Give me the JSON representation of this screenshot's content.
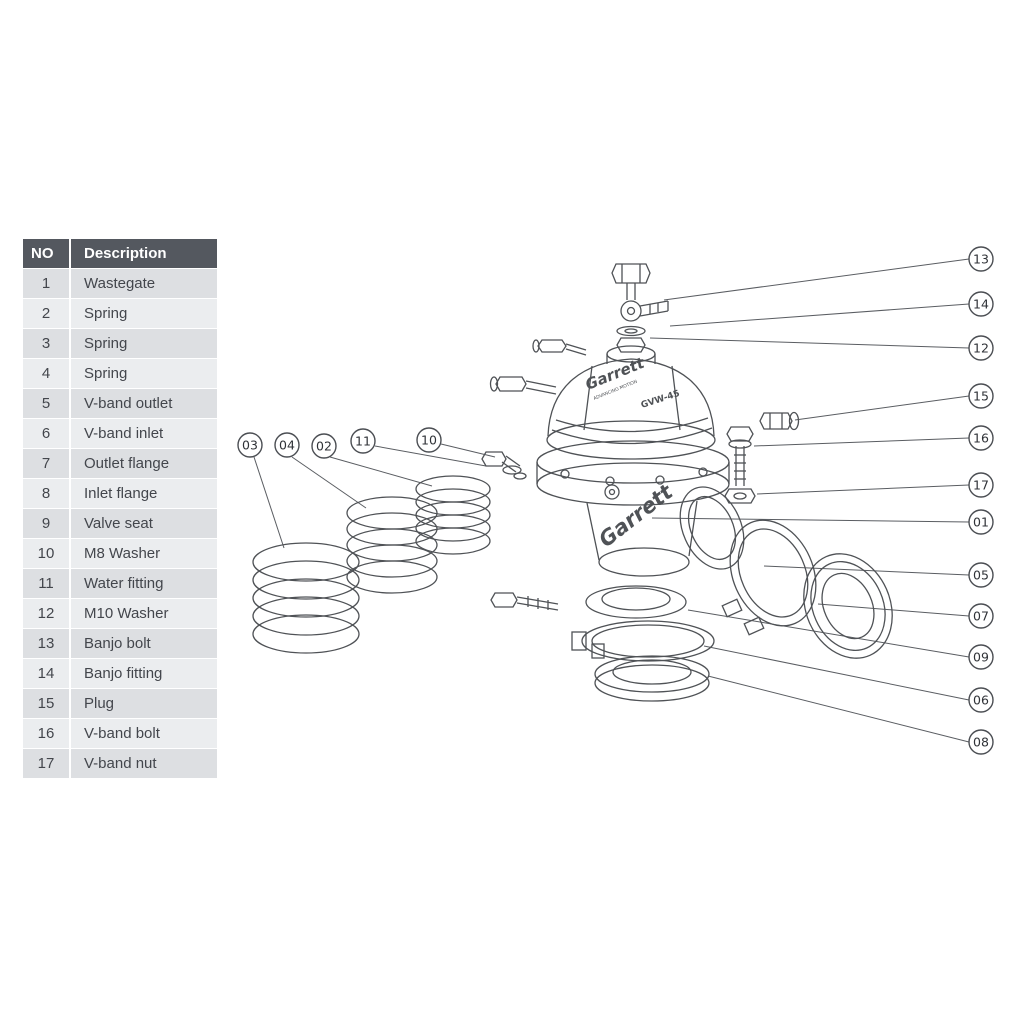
{
  "table": {
    "headers": {
      "no": "NO",
      "description": "Description"
    },
    "rows": [
      {
        "no": "1",
        "description": "Wastegate"
      },
      {
        "no": "2",
        "description": "Spring"
      },
      {
        "no": "3",
        "description": "Spring"
      },
      {
        "no": "4",
        "description": "Spring"
      },
      {
        "no": "5",
        "description": "V-band outlet"
      },
      {
        "no": "6",
        "description": "V-band inlet"
      },
      {
        "no": "7",
        "description": "Outlet flange"
      },
      {
        "no": "8",
        "description": "Inlet flange"
      },
      {
        "no": "9",
        "description": "Valve seat"
      },
      {
        "no": "10",
        "description": "M8 Washer"
      },
      {
        "no": "11",
        "description": "Water fitting"
      },
      {
        "no": "12",
        "description": "M10 Washer"
      },
      {
        "no": "13",
        "description": "Banjo bolt"
      },
      {
        "no": "14",
        "description": "Banjo fitting"
      },
      {
        "no": "15",
        "description": "Plug"
      },
      {
        "no": "16",
        "description": "V-band bolt"
      },
      {
        "no": "17",
        "description": "V-band nut"
      }
    ],
    "colors": {
      "header_bg": "#54585f",
      "row_dark": "#dddfe2",
      "row_light": "#ebedef",
      "text": "#43464c"
    }
  },
  "diagram": {
    "cap_brand": "Garrett",
    "cap_tagline": "ADVANCING MOTION",
    "cap_model": "GVW-45",
    "body_brand": "Garrett"
  },
  "callouts": {
    "right": [
      {
        "label": "13"
      },
      {
        "label": "14"
      },
      {
        "label": "12"
      },
      {
        "label": "15"
      },
      {
        "label": "16"
      },
      {
        "label": "17"
      },
      {
        "label": "01"
      },
      {
        "label": "05"
      },
      {
        "label": "07"
      },
      {
        "label": "09"
      },
      {
        "label": "06"
      },
      {
        "label": "08"
      }
    ],
    "inline": [
      {
        "label": "03"
      },
      {
        "label": "04"
      },
      {
        "label": "02"
      },
      {
        "label": "11"
      },
      {
        "label": "10"
      }
    ]
  }
}
